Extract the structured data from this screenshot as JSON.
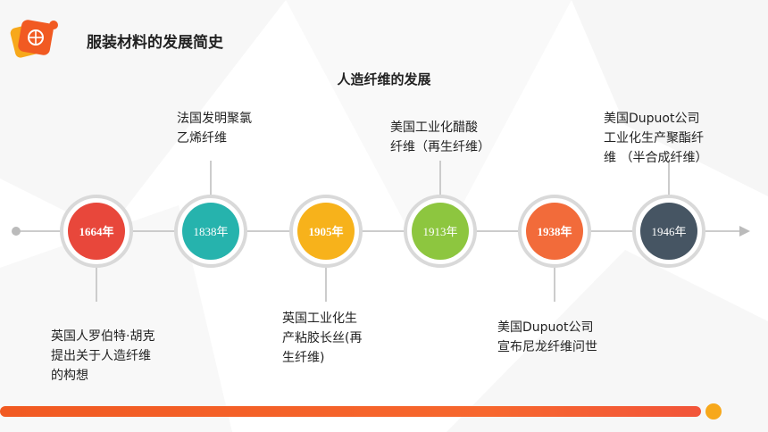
{
  "header": {
    "title": "服装材料的发展简史",
    "subtitle": "人造纤维的发展"
  },
  "colors": {
    "red": "#e8473b",
    "teal": "#26b3ad",
    "yellow": "#f7b21b",
    "green": "#8dc63f",
    "orange": "#f26b3a",
    "slate": "#465563",
    "line": "#cccccc",
    "ring": "#d9d9d9"
  },
  "timeline": {
    "events": [
      {
        "year": "1664年",
        "color": "red",
        "bold": true,
        "position": "below",
        "lines": [
          "英国人罗伯特·胡克",
          "提出关于人造纤维",
          "的构想"
        ]
      },
      {
        "year": "1838年",
        "color": "teal",
        "bold": false,
        "position": "above",
        "lines": [
          "法国发明聚氯",
          "乙烯纤维"
        ]
      },
      {
        "year": "1905年",
        "color": "yellow",
        "bold": true,
        "position": "below",
        "lines": [
          "英国工业化生",
          "产粘胶长丝(再",
          "生纤维)"
        ]
      },
      {
        "year": "1913年",
        "color": "green",
        "bold": false,
        "position": "above",
        "lines": [
          "美国工业化醋酸",
          "纤维（再生纤维）"
        ]
      },
      {
        "year": "1938年",
        "color": "orange",
        "bold": true,
        "position": "below",
        "lines": [
          "美国Dupuot公司",
          "宣布尼龙纤维问世"
        ]
      },
      {
        "year": "1946年",
        "color": "slate",
        "bold": false,
        "position": "above",
        "lines": [
          "美国Dupuot公司",
          "工业化生产聚酯纤",
          "维 （半合成纤维）"
        ]
      }
    ]
  }
}
